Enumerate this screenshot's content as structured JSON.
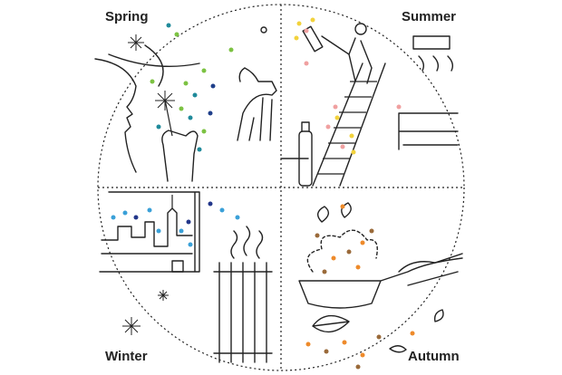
{
  "seasons": {
    "spring": "Spring",
    "summer": "Summer",
    "winter": "Winter",
    "autumn": "Autumn"
  },
  "colors": {
    "line": "#222222",
    "spring_green": "#7cc242",
    "spring_teal": "#1f8a9a",
    "spring_navy": "#1f3f8a",
    "summer_yellow": "#f2d23c",
    "summer_pink": "#f0a0a0",
    "winter_blue": "#3aa0d8",
    "winter_navy": "#22368a",
    "autumn_orange": "#ee8a2a",
    "autumn_brown": "#9a6a3a"
  }
}
